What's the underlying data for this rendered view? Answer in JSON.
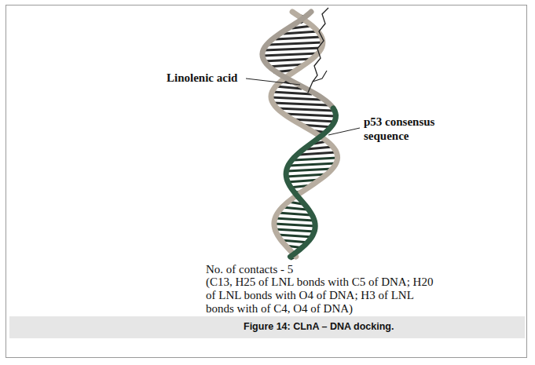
{
  "diagram": {
    "caption": "Figure 14: CLnA – DNA docking.",
    "labels": [
      "Linolenic acid",
      "p53 consensus sequence",
      "No. of contacts - 5",
      "(C13, H25 of LNL bonds with C5 of DNA; H20 of LNL bonds with O4 of DNA; H3 of LNL bonds with of C4, O4 of DNA)"
    ]
  }
}
